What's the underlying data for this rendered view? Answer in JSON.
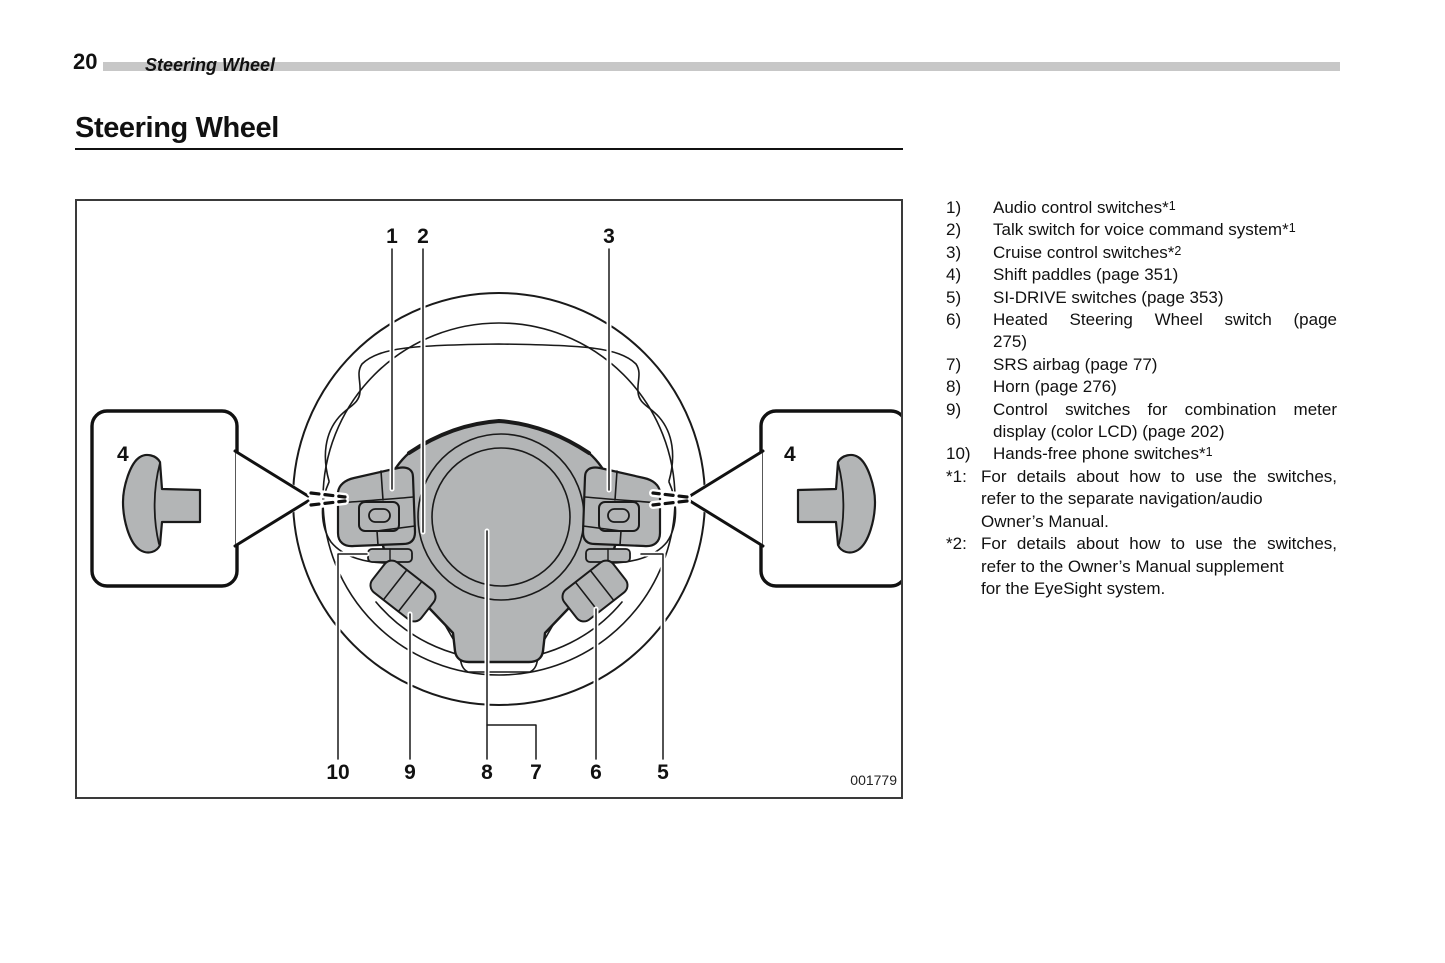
{
  "header": {
    "page_number": "20",
    "section": "Steering Wheel"
  },
  "title": "Steering Wheel",
  "colors": {
    "diagram_gray": "#b3b5b6",
    "header_bar": "#c7c7c7",
    "line_ink": "#1a1a1a"
  },
  "diagram": {
    "figure_code": "001779",
    "callouts": {
      "c1": "1",
      "c2": "2",
      "c3": "3",
      "c4_left": "4",
      "c4_right": "4",
      "c5": "5",
      "c6": "6",
      "c7": "7",
      "c8": "8",
      "c9": "9",
      "c10": "10"
    }
  },
  "legend": {
    "items": [
      {
        "num": "1)",
        "lines": [
          {
            "t": "Audio control switches*",
            "sup": "1"
          }
        ]
      },
      {
        "num": "2)",
        "lines": [
          {
            "t": "Talk switch for voice command system*",
            "sup": "1"
          }
        ]
      },
      {
        "num": "3)",
        "lines": [
          {
            "t": "Cruise control switches*",
            "sup": "2"
          }
        ]
      },
      {
        "num": "4)",
        "lines": [
          {
            "t": "Shift paddles (page 351)"
          }
        ]
      },
      {
        "num": "5)",
        "lines": [
          {
            "t": "SI-DRIVE switches (page 353)"
          }
        ]
      },
      {
        "num": "6)",
        "lines": [
          {
            "t": "Heated Steering Wheel switch (page"
          },
          {
            "t": "275)"
          }
        ]
      },
      {
        "num": "7)",
        "lines": [
          {
            "t": "SRS airbag (page 77)"
          }
        ]
      },
      {
        "num": "8)",
        "lines": [
          {
            "t": "Horn (page 276)"
          }
        ]
      },
      {
        "num": "9)",
        "lines": [
          {
            "t": "Control switches for combination meter"
          },
          {
            "t": "display (color LCD) (page 202)"
          }
        ]
      },
      {
        "num": "10)",
        "lines": [
          {
            "t": "Hands-free phone switches*",
            "sup": "1"
          }
        ]
      }
    ],
    "footnotes": [
      {
        "marker": "*1:",
        "lines": [
          "For details about how to use the switches,",
          "refer to the separate navigation/audio",
          "Owner’s Manual."
        ]
      },
      {
        "marker": "*2:",
        "lines": [
          "For details about how to use the switches,",
          "refer to the Owner’s Manual supplement",
          "for the EyeSight system."
        ]
      }
    ]
  }
}
